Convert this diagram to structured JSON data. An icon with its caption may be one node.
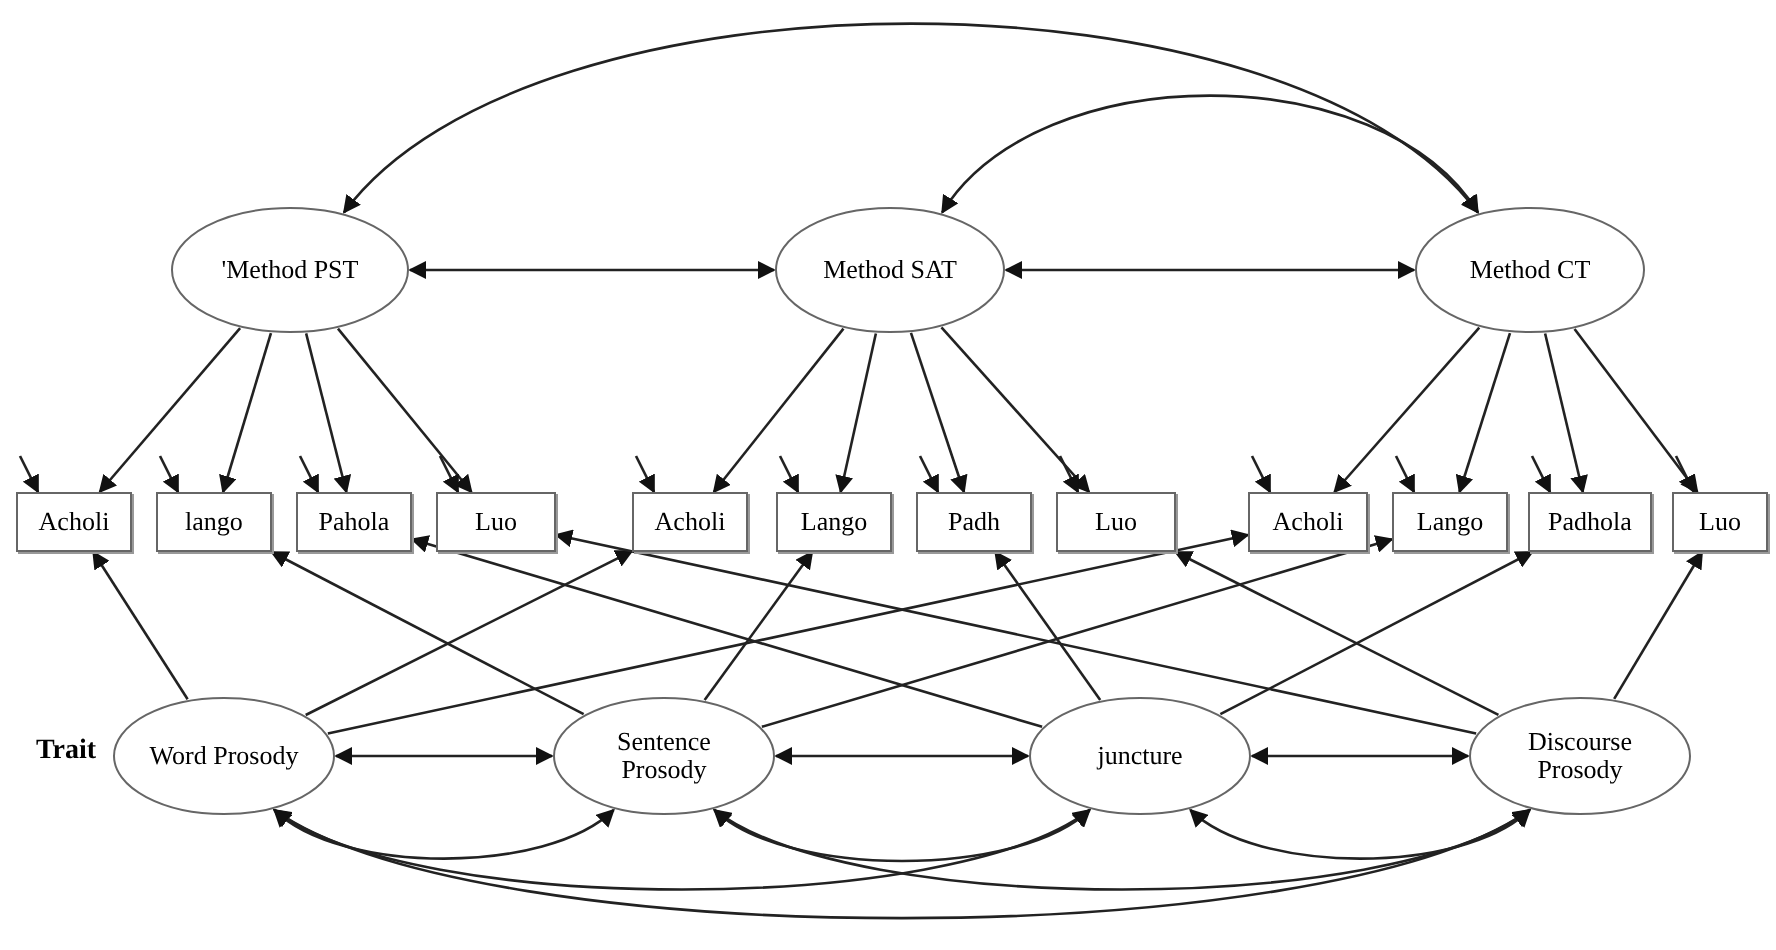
{
  "diagram": {
    "nodes": [
      {
        "text": [
          "'Method PST"
        ]
      },
      {
        "text": [
          "Method SAT"
        ]
      },
      {
        "text": [
          "Method CT"
        ]
      },
      {
        "text": [
          "Acholi"
        ]
      },
      {
        "text": [
          "lango"
        ]
      },
      {
        "text": [
          "Pahola"
        ]
      },
      {
        "text": [
          "Luo"
        ]
      },
      {
        "text": [
          "Acholi"
        ]
      },
      {
        "text": [
          "Lango"
        ]
      },
      {
        "text": [
          "Padh"
        ]
      },
      {
        "text": [
          "Luo"
        ]
      },
      {
        "text": [
          "Acholi"
        ]
      },
      {
        "text": [
          "Lango"
        ]
      },
      {
        "text": [
          "Padhola"
        ]
      },
      {
        "text": [
          "Luo"
        ]
      },
      {
        "text": [
          "Word Prosody"
        ]
      },
      {
        "text": [
          "Sentence Prosody"
        ]
      },
      {
        "text": [
          "juncture"
        ]
      },
      {
        "text": [
          "Discourse Prosody"
        ]
      }
    ],
    "edges": [
      {
        "from": 0,
        "to": 2,
        "arrow": "both"
      },
      {
        "from": 1,
        "to": 2,
        "arrow": "both"
      },
      {
        "from": 0,
        "to": 1,
        "arrow": "both"
      },
      {
        "from": 1,
        "to": 2,
        "arrow": "both"
      },
      {
        "from": 0,
        "to": 3,
        "arrow": "to"
      },
      {
        "from": 0,
        "to": 4,
        "arrow": "to"
      },
      {
        "from": 0,
        "to": 5,
        "arrow": "to"
      },
      {
        "from": 0,
        "to": 6,
        "arrow": "to"
      },
      {
        "from": 1,
        "to": 7,
        "arrow": "to"
      },
      {
        "from": 1,
        "to": 8,
        "arrow": "to"
      },
      {
        "from": 1,
        "to": 9,
        "arrow": "to"
      },
      {
        "from": 1,
        "to": 10,
        "arrow": "to"
      },
      {
        "from": 2,
        "to": 11,
        "arrow": "to"
      },
      {
        "from": 2,
        "to": 12,
        "arrow": "to"
      },
      {
        "from": 2,
        "to": 13,
        "arrow": "to"
      },
      {
        "from": 2,
        "to": 14,
        "arrow": "to"
      },
      {
        "from": null,
        "to": 3,
        "arrow": "to"
      },
      {
        "from": null,
        "to": 4,
        "arrow": "to"
      },
      {
        "from": null,
        "to": 5,
        "arrow": "to"
      },
      {
        "from": null,
        "to": 6,
        "arrow": "to"
      },
      {
        "from": null,
        "to": 7,
        "arrow": "to"
      },
      {
        "from": null,
        "to": 8,
        "arrow": "to"
      },
      {
        "from": null,
        "to": 9,
        "arrow": "to"
      },
      {
        "from": null,
        "to": 10,
        "arrow": "to"
      },
      {
        "from": null,
        "to": 11,
        "arrow": "to"
      },
      {
        "from": null,
        "to": 12,
        "arrow": "to"
      },
      {
        "from": null,
        "to": 13,
        "arrow": "to"
      },
      {
        "from": null,
        "to": 14,
        "arrow": "to"
      },
      {
        "from": 15,
        "to": 3,
        "arrow": "to"
      },
      {
        "from": 15,
        "to": 7,
        "arrow": "to"
      },
      {
        "from": 15,
        "to": 11,
        "arrow": "to"
      },
      {
        "from": 16,
        "to": 4,
        "arrow": "to"
      },
      {
        "from": 16,
        "to": 8,
        "arrow": "to"
      },
      {
        "from": 16,
        "to": 12,
        "arrow": "to"
      },
      {
        "from": 17,
        "to": 5,
        "arrow": "to"
      },
      {
        "from": 17,
        "to": 9,
        "arrow": "to"
      },
      {
        "from": 17,
        "to": 13,
        "arrow": "to"
      },
      {
        "from": 18,
        "to": 6,
        "arrow": "to"
      },
      {
        "from": 18,
        "to": 10,
        "arrow": "to"
      },
      {
        "from": 18,
        "to": 14,
        "arrow": "to"
      },
      {
        "from": 15,
        "to": 16,
        "arrow": "both"
      },
      {
        "from": 16,
        "to": 17,
        "arrow": "both"
      },
      {
        "from": 17,
        "to": 18,
        "arrow": "both"
      },
      {
        "from": 15,
        "to": 16,
        "arrow": "both"
      },
      {
        "from": 15,
        "to": 17,
        "arrow": "both"
      },
      {
        "from": 15,
        "to": 18,
        "arrow": "both"
      },
      {
        "from": 16,
        "to": 17,
        "arrow": "both"
      },
      {
        "from": 16,
        "to": 18,
        "arrow": "both"
      },
      {
        "from": 17,
        "to": 18,
        "arrow": "both"
      }
    ],
    "labels": [
      "Trait"
    ]
  }
}
